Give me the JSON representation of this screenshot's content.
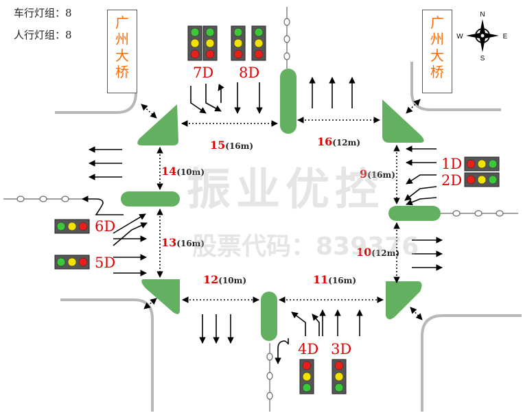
{
  "stats": {
    "vehicle_groups": "车行灯组：8",
    "pedestrian_groups": "人行灯组：8"
  },
  "bridge_left": [
    "广",
    "州",
    "大",
    "桥"
  ],
  "bridge_right": [
    "广",
    "州",
    "大",
    "桥"
  ],
  "compass": {
    "n": "N",
    "s": "S",
    "e": "E",
    "w": "W"
  },
  "signal_groups": [
    {
      "id": "1D",
      "label": "1D"
    },
    {
      "id": "2D",
      "label": "2D"
    },
    {
      "id": "3D",
      "label": "3D"
    },
    {
      "id": "4D",
      "label": "4D"
    },
    {
      "id": "5D",
      "label": "5D"
    },
    {
      "id": "6D",
      "label": "6D"
    },
    {
      "id": "7D",
      "label": "7D"
    },
    {
      "id": "8D",
      "label": "8D"
    }
  ],
  "crosswalks": [
    {
      "num": "9",
      "len": "(16m)"
    },
    {
      "num": "10",
      "len": "(12m)"
    },
    {
      "num": "11",
      "len": "(16m)"
    },
    {
      "num": "12",
      "len": "(10m)"
    },
    {
      "num": "13",
      "len": "(16m)"
    },
    {
      "num": "14",
      "len": "(10m)"
    },
    {
      "num": "15",
      "len": "(16m)"
    },
    {
      "num": "16",
      "len": "(12m)"
    }
  ],
  "watermark": {
    "line1": "振业优控",
    "line2": "股票代码：839376"
  },
  "colors": {
    "island": "#63b060",
    "signal_red": "#e8201c",
    "signal_yellow": "#f2e200",
    "signal_green": "#3cc83a",
    "label_red": "#e00000",
    "bridge_text": "#ff6a00"
  }
}
